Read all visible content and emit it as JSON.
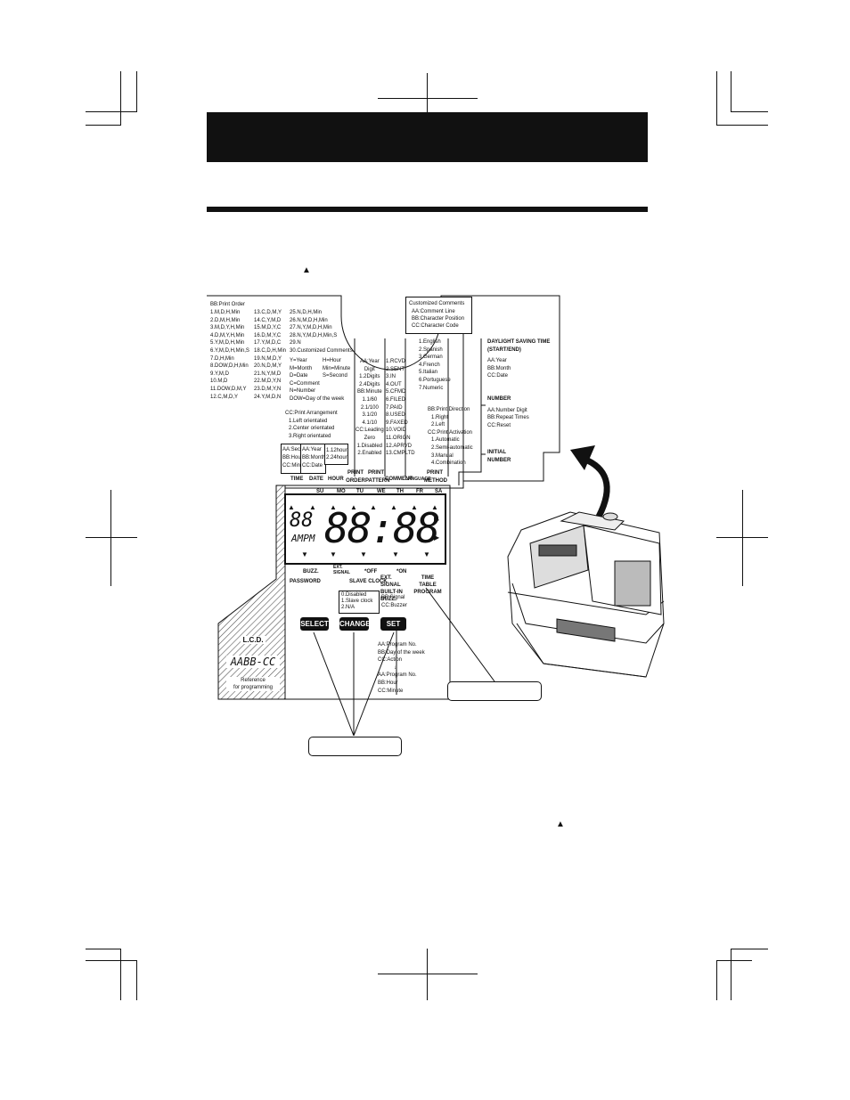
{
  "print_order": {
    "title": "BB:Print Order",
    "col1": [
      "1.M,D,H,Min",
      "2.D,M,H,Min",
      "3.M,D,Y,H,Min",
      "4.D,M,Y,H,Min",
      "5.Y,M,D,H,Min",
      "6.Y,M,D,H,Min,S",
      "7.D,H,Min",
      "8.DOW,D,H,Min",
      "9.Y,M,D",
      "10.M,D",
      "11.DOW,D,M,Y",
      "12.C,M,D,Y"
    ],
    "col2": [
      "13.C,D,M,Y",
      "14.C,Y,M,D",
      "15.M,D,Y,C",
      "16.D,M,Y,C",
      "17.Y,M,D,C",
      "18.C,D,H,Min",
      "19.N,M,D,Y",
      "20.N,D,M,Y",
      "21.N,Y,M,D",
      "22.M,D,Y,N",
      "23.D,M,Y,N",
      "24.Y,M,D,N"
    ],
    "col3": [
      "25.N,D,H,Min",
      "26.N,M,D,H,Min",
      "27.N,Y,M,D,H,Min",
      "28.N,Y,M,D,H,Min,S",
      "29.N",
      "30.Customized Comments"
    ],
    "legend_left": [
      "Y=Year",
      "M=Month",
      "D=Date",
      "C=Comment",
      "N=Number",
      "DOW=Day of the week"
    ],
    "legend_right": [
      "H=Hour",
      "Min=Minute",
      "S=Second"
    ],
    "arrangement": [
      "CC:Print Arrangement",
      "1.Left orientated",
      "2.Center orientated",
      "3.Right orientated"
    ]
  },
  "print_pattern": {
    "left": [
      "AA:Year",
      "Digit",
      "1.2Digits",
      "2.4Digits",
      "BB:Minute",
      "1.1/60",
      "2.1/100",
      "3.1/20",
      "4.1/10",
      "CC:Leading",
      "Zero",
      "1.Disabled",
      "2.Enabled"
    ],
    "right": [
      "1.RCVD",
      "2.SENT",
      "3.IN",
      "4.OUT",
      "5.CFMD",
      "6.FILED",
      "7.PAID",
      "8.USED",
      "9.FAXED",
      "10.VOID",
      "11.ORIGN",
      "12.APRVD",
      "13.CMPLTD"
    ]
  },
  "comments": [
    "Customized Comments",
    "AA:Comment Line",
    "BB:Character Position",
    "CC:Character Code"
  ],
  "language": [
    "1.English",
    "2.Spanish",
    "3.German",
    "4.French",
    "5.Italian",
    "6.Portuguese",
    "7.Numeric"
  ],
  "print_method": [
    "BB:Print Direction",
    "1.Right",
    "2.Left",
    "CC:Print Activation",
    "1.Automatic",
    "2.Semi-automatic",
    "3.Manual",
    "4.Combination"
  ],
  "dst": {
    "title": [
      "DAYLIGHT SAVING TIME",
      "(START/END)"
    ],
    "items": [
      "AA:Year",
      "BB:Month",
      "CC:Date"
    ]
  },
  "number": {
    "title": "NUMBER",
    "items": [
      "AA:Number Digit",
      "BB:Repeat Times",
      "CC:Reset"
    ]
  },
  "initial_number": [
    "INITIAL",
    "NUMBER"
  ],
  "time_box": [
    "AA:Sec.",
    "BB:Hour",
    "CC:Min."
  ],
  "date_box": [
    "AA:Year",
    "BB:Month",
    "CC:Date"
  ],
  "hour_box": [
    "1.12hour",
    "2.24hour"
  ],
  "top_labels": [
    "TIME",
    "DATE",
    "HOUR",
    "PRINT ORDER",
    "PRINT PATTERN",
    "COMMENT",
    "LANGUAGE",
    "PRINT METHOD"
  ],
  "days": [
    "SU",
    "MO",
    "TU",
    "WE",
    "TH",
    "FR",
    "SA"
  ],
  "lcd": {
    "small": "88",
    "main": "88:88",
    "ampm": "AMPM"
  },
  "bottom_labels": [
    "BUZZ.",
    "EXT. SIGNAL",
    "*OFF",
    "*ON",
    "PASSWORD",
    "SLAVE CLOCK",
    "EXT. SIGNAL BUILT-IN BUZZ.",
    "TIME TABLE PROGRAM"
  ],
  "slave_opts": [
    "0.Disabled",
    "1.Slave clock",
    "2.N/A"
  ],
  "ext_opts": [
    "BB:Signal",
    "CC:Buzzer"
  ],
  "buttons": [
    "SELECT",
    "CHANGE",
    "SET"
  ],
  "timetable_opts": [
    "AA:Program No.",
    "BB:Day of the week",
    "CC:Action",
    "↓",
    "AA:Program No.",
    "BB:Hour",
    "CC:Minute"
  ],
  "ref": {
    "title": "L.C.D.",
    "code": "AABB-CC",
    "caption": [
      "Reference",
      "for programming"
    ]
  }
}
